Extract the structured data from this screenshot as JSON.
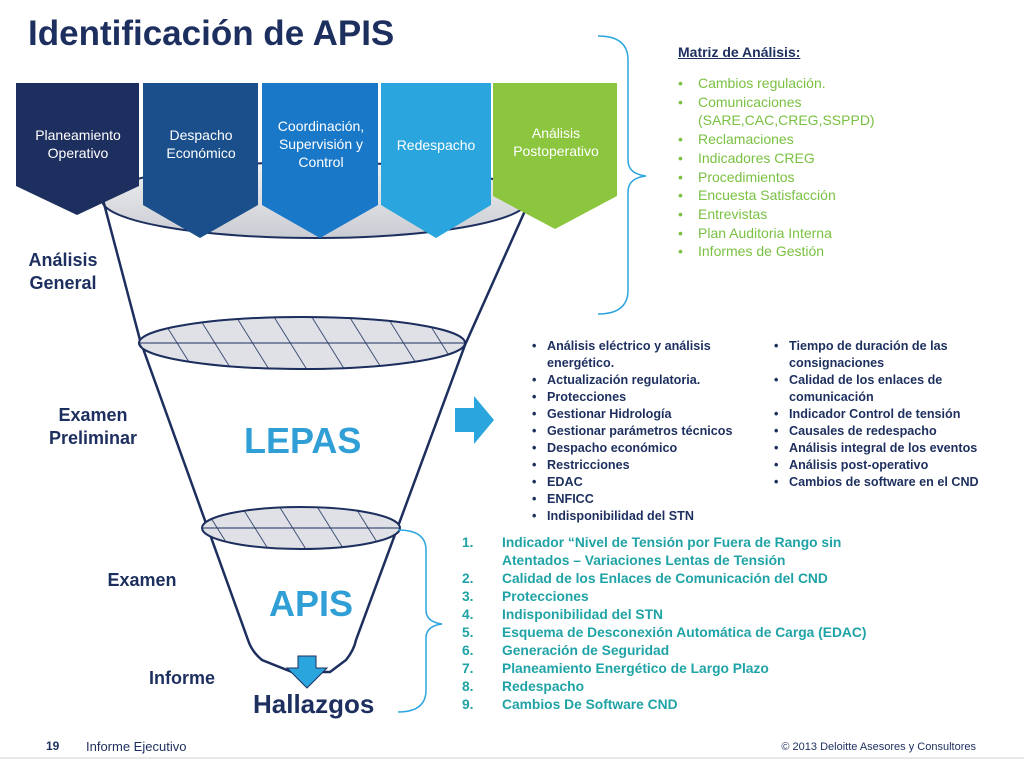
{
  "title": "Identificación de APIS",
  "tabs": [
    {
      "label": "Planeamiento Operativo",
      "color": "#1d2f5e"
    },
    {
      "label": "Despacho Económico",
      "color": "#1a4f8b"
    },
    {
      "label": "Coordinación, Supervisión y Control",
      "color": "#1a78c8"
    },
    {
      "label": "Redespacho",
      "color": "#2aa5de"
    },
    {
      "label": "Análisis Postoperativo",
      "color": "#8cc63f"
    }
  ],
  "stages": {
    "analisis_general": "Análisis General",
    "examen_preliminar": "Examen Preliminar",
    "examen": "Examen",
    "informe": "Informe"
  },
  "funnel": {
    "lepas": "LEPAS",
    "apis": "APIS",
    "hallazgos": "Hallazgos"
  },
  "matriz": {
    "title": "Matriz de Análisis:",
    "items": [
      "Cambios regulación.",
      "Comunicaciones (SARE,CAC,CREG,SSPPD)",
      "Reclamaciones",
      "Indicadores CREG",
      "Procedimientos",
      "Encuesta Satisfacción",
      "Entrevistas",
      "Plan Auditoria Interna",
      "Informes de Gestión"
    ]
  },
  "lepas_left": [
    "Análisis eléctrico y análisis energético.",
    "Actualización regulatoria.",
    "Protecciones",
    "Gestionar Hidrología",
    "Gestionar parámetros técnicos",
    "Despacho económico",
    "Restricciones",
    "EDAC",
    "ENFICC",
    "Indisponibilidad del STN"
  ],
  "lepas_right": [
    "Tiempo de duración de las consignaciones",
    "Calidad de los enlaces de comunicación",
    "Indicador Control de tensión",
    "Causales de redespacho",
    "Análisis integral de los eventos",
    "Análisis post-operativo",
    "Cambios de software en el CND"
  ],
  "findings": [
    {
      "num": "1.",
      "text": "Indicador “Nivel de Tensión por Fuera de Rango sin Atentados – Variaciones Lentas de Tensión"
    },
    {
      "num": "2.",
      "text": "Calidad de los Enlaces de Comunicación del CND"
    },
    {
      "num": "3.",
      "text": "Protecciones"
    },
    {
      "num": "4.",
      "text": "Indisponibilidad del STN"
    },
    {
      "num": "5.",
      "text": "Esquema de Desconexión Automática de Carga (EDAC)"
    },
    {
      "num": "6.",
      "text": "Generación de Seguridad"
    },
    {
      "num": "7.",
      "text": "Planeamiento Energético de Largo Plazo"
    },
    {
      "num": "8.",
      "text": "Redespacho"
    },
    {
      "num": "9.",
      "text": "Cambios De Software CND"
    }
  ],
  "footer": {
    "page": "19",
    "doc": "Informe Ejecutivo",
    "copyright": "© 2013 Deloitte Asesores y Consultores"
  },
  "colors": {
    "navy": "#1d2f5e",
    "light_blue": "#2f9fd6",
    "green": "#7ac142",
    "teal": "#20a3a6"
  }
}
